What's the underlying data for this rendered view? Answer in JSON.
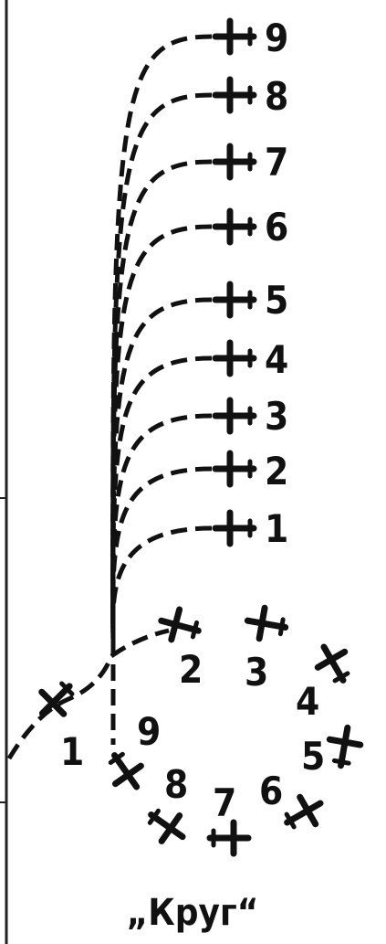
{
  "caption": "„Круг“",
  "colors": {
    "ink": "#111111",
    "background": "#ffffff"
  },
  "plane_icon": "airplane-icon",
  "column_planes": [
    {
      "label": "1"
    },
    {
      "label": "2"
    },
    {
      "label": "3"
    },
    {
      "label": "4"
    },
    {
      "label": "5"
    },
    {
      "label": "6"
    },
    {
      "label": "7"
    },
    {
      "label": "8"
    },
    {
      "label": "9"
    }
  ],
  "circle_planes": [
    {
      "label": "1"
    },
    {
      "label": "2"
    },
    {
      "label": "3"
    },
    {
      "label": "4"
    },
    {
      "label": "5"
    },
    {
      "label": "6"
    },
    {
      "label": "7"
    },
    {
      "label": "8"
    },
    {
      "label": "9"
    }
  ]
}
